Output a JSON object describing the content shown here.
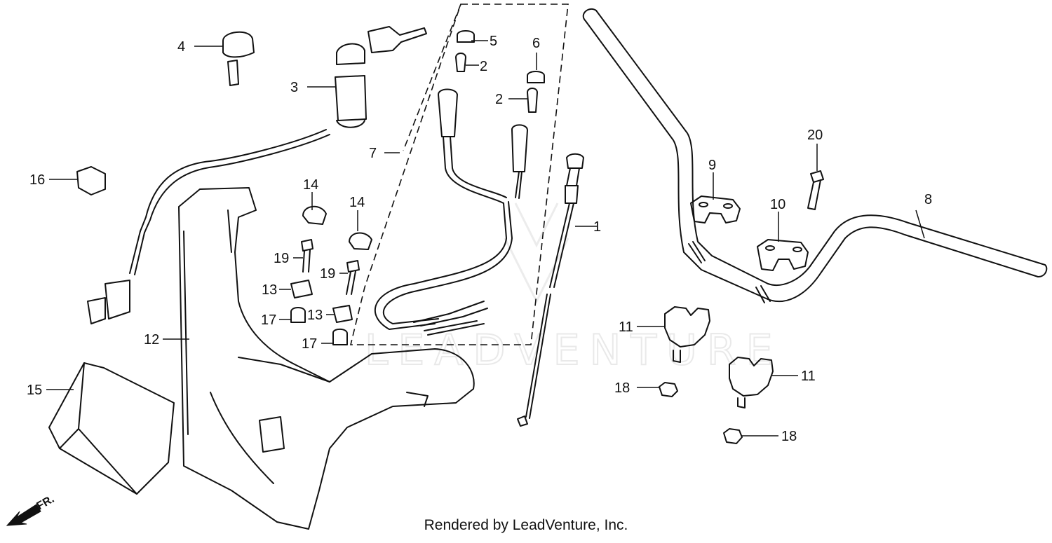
{
  "diagram": {
    "callouts": [
      {
        "id": "c1",
        "label": "1"
      },
      {
        "id": "c2a",
        "label": "2"
      },
      {
        "id": "c2b",
        "label": "2"
      },
      {
        "id": "c3",
        "label": "3"
      },
      {
        "id": "c4",
        "label": "4"
      },
      {
        "id": "c5",
        "label": "5"
      },
      {
        "id": "c6",
        "label": "6"
      },
      {
        "id": "c7",
        "label": "7"
      },
      {
        "id": "c8",
        "label": "8"
      },
      {
        "id": "c9",
        "label": "9"
      },
      {
        "id": "c10",
        "label": "10"
      },
      {
        "id": "c11a",
        "label": "11"
      },
      {
        "id": "c11b",
        "label": "11"
      },
      {
        "id": "c12",
        "label": "12"
      },
      {
        "id": "c13a",
        "label": "13"
      },
      {
        "id": "c13b",
        "label": "13"
      },
      {
        "id": "c14a",
        "label": "14"
      },
      {
        "id": "c14b",
        "label": "14"
      },
      {
        "id": "c15",
        "label": "15"
      },
      {
        "id": "c16",
        "label": "16"
      },
      {
        "id": "c17a",
        "label": "17"
      },
      {
        "id": "c17b",
        "label": "17"
      },
      {
        "id": "c18a",
        "label": "18"
      },
      {
        "id": "c18b",
        "label": "18"
      },
      {
        "id": "c19a",
        "label": "19"
      },
      {
        "id": "c19b",
        "label": "19"
      },
      {
        "id": "c20",
        "label": "20"
      }
    ],
    "front_arrow_label": "FR.",
    "watermark": "LEADVENTURE"
  },
  "footer": {
    "credit": "Rendered by LeadVenture, Inc."
  }
}
